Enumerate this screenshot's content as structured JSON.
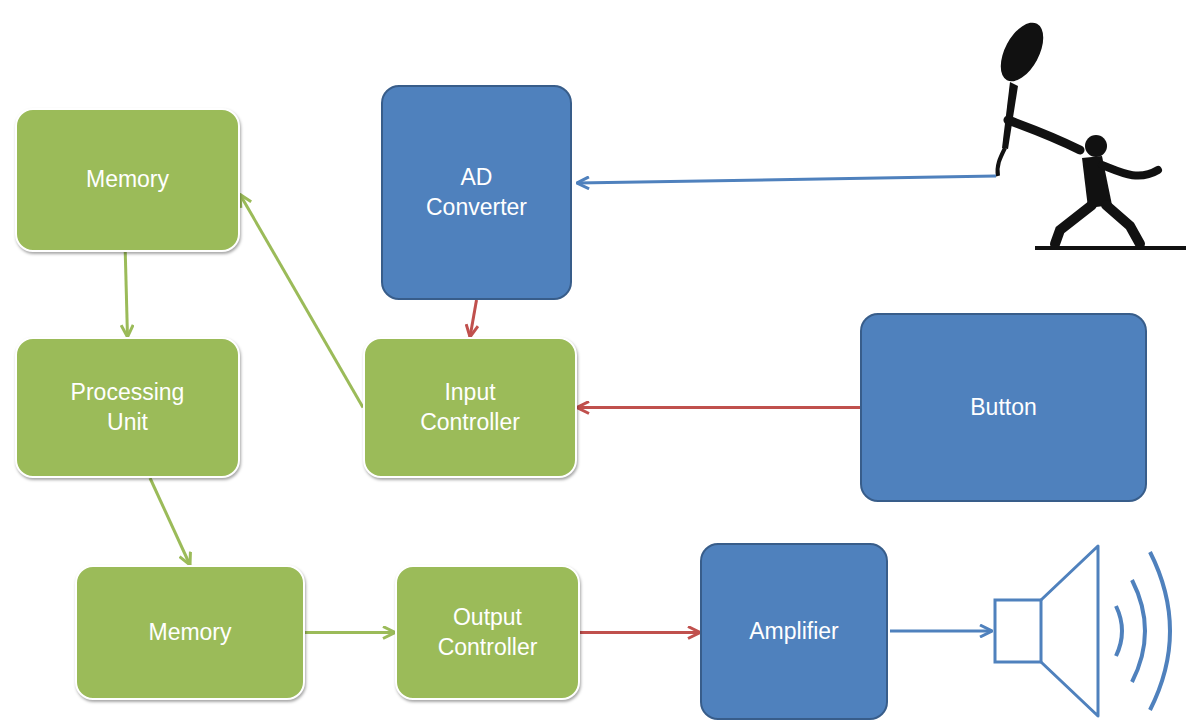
{
  "diagram": {
    "nodes": [
      {
        "text": [
          "Memory"
        ]
      },
      {
        "text": [
          "AD Converter"
        ]
      },
      {
        "text": [
          "Processing Unit"
        ]
      },
      {
        "text": [
          "Input Controller"
        ]
      },
      {
        "text": [
          "Button"
        ]
      },
      {
        "text": [
          "Memory"
        ]
      },
      {
        "text": [
          "Output Controller"
        ]
      },
      {
        "text": [
          "Amplifier"
        ]
      }
    ],
    "edges": [
      {
        "from": 1,
        "to": 3,
        "arrow": "to"
      },
      {
        "from": 4,
        "to": 3,
        "arrow": "to"
      },
      {
        "from": 3,
        "to": 0,
        "arrow": "to"
      },
      {
        "from": 0,
        "to": 2,
        "arrow": "to"
      },
      {
        "from": 2,
        "to": 5,
        "arrow": "to"
      },
      {
        "from": 5,
        "to": 6,
        "arrow": "to"
      },
      {
        "from": 6,
        "to": 7,
        "arrow": "to"
      }
    ]
  }
}
